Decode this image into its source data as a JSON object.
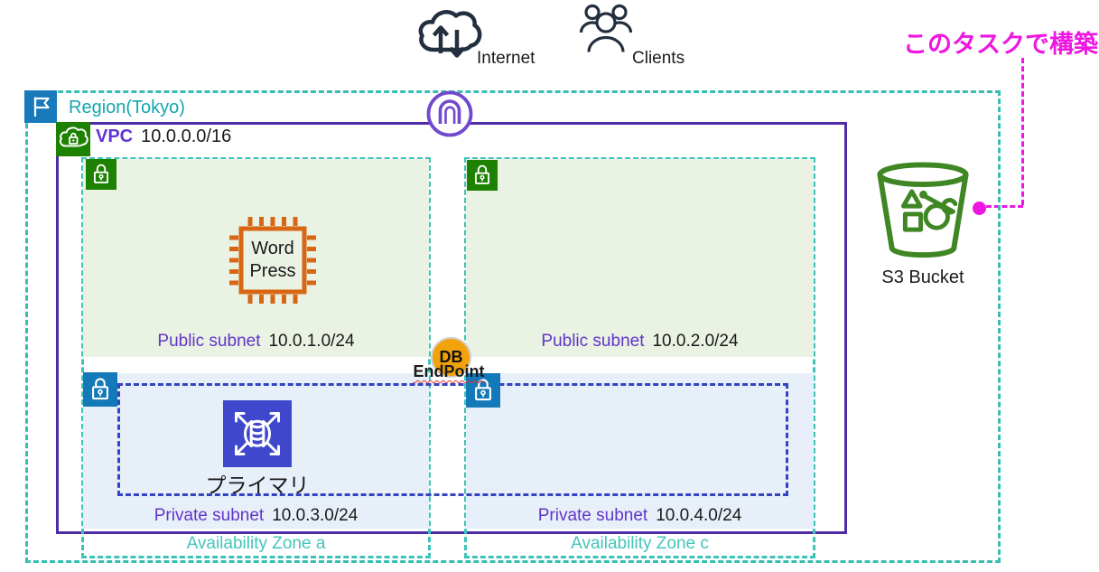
{
  "colors": {
    "region_border": "#38BDB2",
    "region_text": "#13A7AE",
    "vpc_border": "#4E2BA8",
    "purple_text": "#6236C9",
    "az_text": "#45C5BA",
    "public_subnet_fill": "#E9F2E3",
    "private_subnet_fill": "#E7EFF9",
    "public_lock": "#1D8102",
    "private_lock": "#1379B8",
    "db_group_border": "#3343C2",
    "ec2_orange": "#D86613",
    "rds_blue": "#3F48CC",
    "s3_green": "#3F8624",
    "endpoint_yellow": "#F2A30C",
    "annotation_magenta": "#EE17E1",
    "dark_icon": "#232F3E"
  },
  "external": {
    "internet": {
      "label": "Internet",
      "icon": "cloud-arrows-icon"
    },
    "clients": {
      "label": "Clients",
      "icon": "users-icon"
    }
  },
  "annotation": {
    "label": "このタスクで構築"
  },
  "region": {
    "label": "Region(Tokyo)",
    "icon": "flag-icon"
  },
  "vpc": {
    "label": "VPC",
    "cidr": "10.0.0.0/16",
    "icon": "cloud-lock-icon"
  },
  "internet_gateway": {
    "icon": "gateway-arch-icon"
  },
  "availability_zones": [
    {
      "label": "Availability Zone a"
    },
    {
      "label": "Availability Zone c"
    }
  ],
  "subnets": [
    {
      "name": "Public subnet",
      "cidr": "10.0.1.0/24",
      "zone": "a",
      "kind": "public"
    },
    {
      "name": "Public subnet",
      "cidr": "10.0.2.0/24",
      "zone": "c",
      "kind": "public"
    },
    {
      "name": "Private subnet",
      "cidr": "10.0.3.0/24",
      "zone": "a",
      "kind": "private"
    },
    {
      "name": "Private subnet",
      "cidr": "10.0.4.0/24",
      "zone": "c",
      "kind": "private"
    }
  ],
  "resources": {
    "wordpress": {
      "line1": "Word",
      "line2": "Press",
      "icon": "ec2-chip-icon"
    },
    "db_endpoint": {
      "title": "DB",
      "label": "EndPoint",
      "icon": "db-endpoint-circle-icon"
    },
    "rds_primary": {
      "label": "プライマリ",
      "icon": "rds-multi-az-icon"
    },
    "s3_bucket": {
      "label": "S3 Bucket",
      "icon": "bucket-icon"
    }
  }
}
